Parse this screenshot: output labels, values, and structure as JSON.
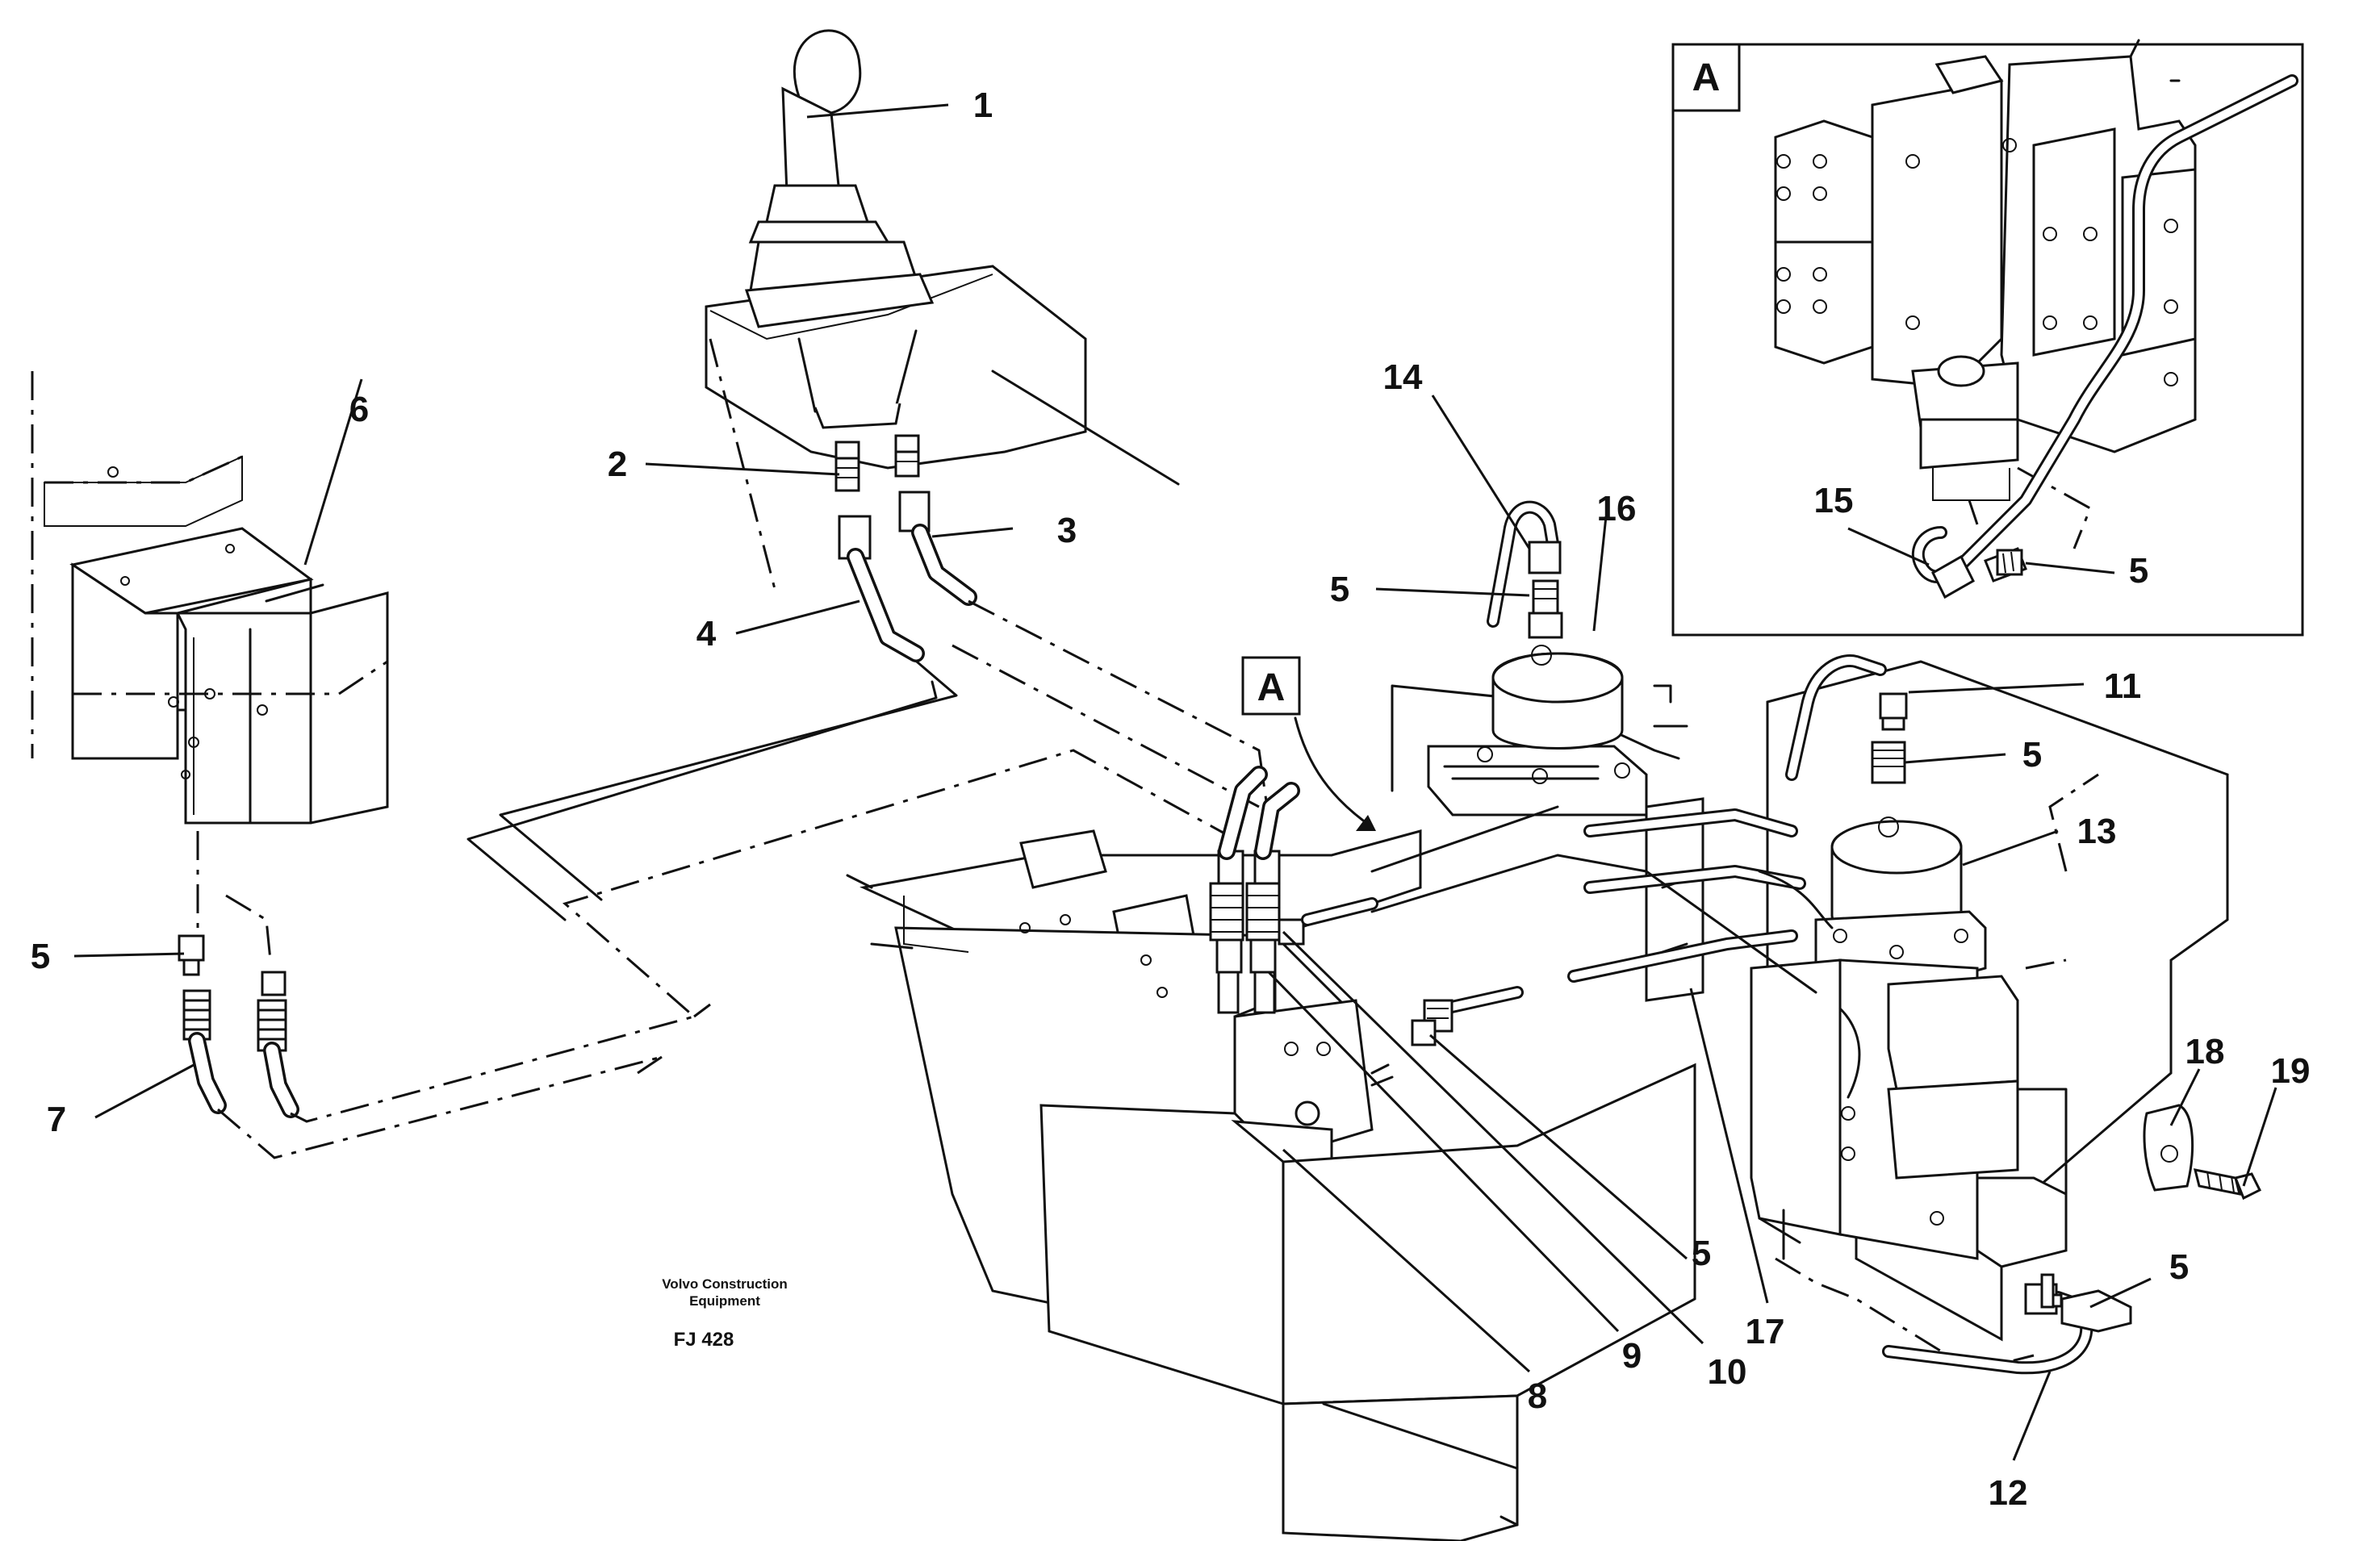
{
  "callouts": [
    "1",
    "2",
    "3",
    "4",
    "5",
    "6",
    "7",
    "8",
    "9",
    "10",
    "11",
    "12",
    "13",
    "14",
    "15",
    "16",
    "17",
    "18",
    "19"
  ],
  "view_marker": "A",
  "inset_marker": "A",
  "caption": {
    "line1": "Volvo Construction",
    "line2": "Equipment",
    "code": "FJ 428"
  }
}
